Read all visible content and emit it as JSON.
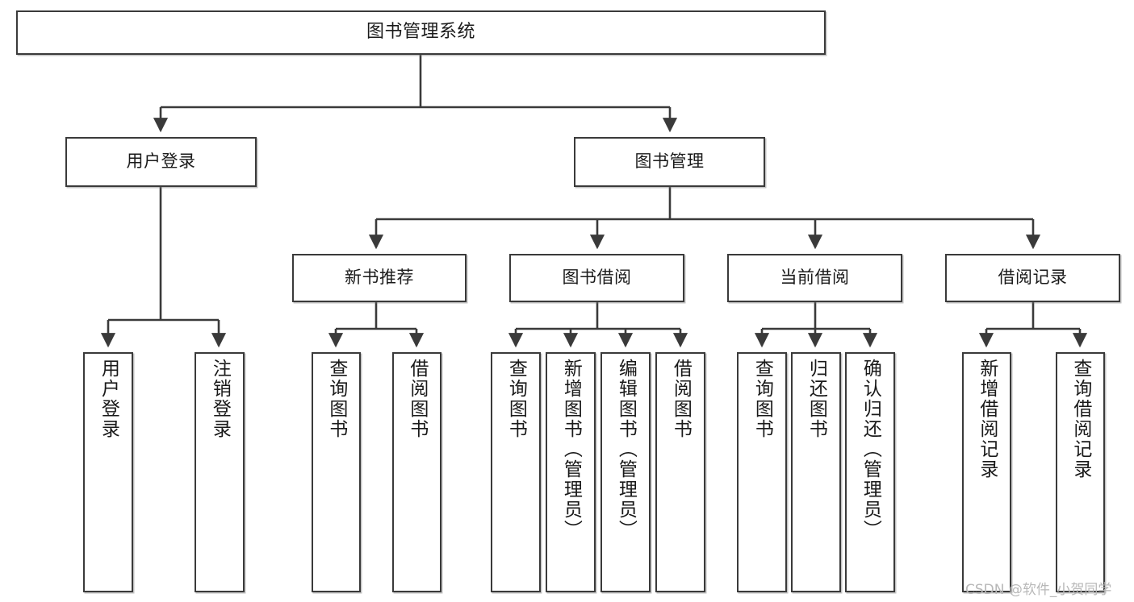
{
  "diagram": {
    "title": "图书管理系统",
    "type": "tree",
    "orientation": "top-down",
    "colors": {
      "box_border": "#3a3a3a",
      "box_fill": "#ffffff",
      "connector": "#3a3a3a",
      "text": "#1a1a1a",
      "watermark": "#b8b8b8",
      "background": "#ffffff"
    },
    "nodes": {
      "root": {
        "label": "图书管理系统",
        "level": 0
      },
      "user_login": {
        "label": "用户登录",
        "level": 1
      },
      "book_manage": {
        "label": "图书管理",
        "level": 1
      },
      "new_book_rec": {
        "label": "新书推荐",
        "level": 2
      },
      "book_borrow": {
        "label": "图书借阅",
        "level": 2
      },
      "current_borrow": {
        "label": "当前借阅",
        "level": 2
      },
      "borrow_record": {
        "label": "借阅记录",
        "level": 2
      },
      "leaf_user_login": {
        "label": "用户登录",
        "level": 3
      },
      "leaf_user_logout": {
        "label": "注销登录",
        "level": 3
      },
      "leaf_query_book_1": {
        "label": "查询图书",
        "level": 3
      },
      "leaf_borrow_book_1": {
        "label": "借阅图书",
        "level": 3
      },
      "leaf_query_book_2": {
        "label": "查询图书",
        "level": 3
      },
      "leaf_add_book": {
        "label": "新增图书（管理员）",
        "level": 3
      },
      "leaf_edit_book": {
        "label": "编辑图书（管理员）",
        "level": 3
      },
      "leaf_borrow_book_2": {
        "label": "借阅图书",
        "level": 3
      },
      "leaf_query_book_3": {
        "label": "查询图书",
        "level": 3
      },
      "leaf_return_book": {
        "label": "归还图书",
        "level": 3
      },
      "leaf_confirm_return": {
        "label": "确认归还（管理员）",
        "level": 3
      },
      "leaf_add_record": {
        "label": "新增借阅记录",
        "level": 3
      },
      "leaf_query_record": {
        "label": "查询借阅记录",
        "level": 3
      }
    },
    "edges": [
      {
        "from": "root",
        "to": "user_login"
      },
      {
        "from": "root",
        "to": "book_manage"
      },
      {
        "from": "user_login",
        "to": "leaf_user_login"
      },
      {
        "from": "user_login",
        "to": "leaf_user_logout"
      },
      {
        "from": "book_manage",
        "to": "new_book_rec"
      },
      {
        "from": "book_manage",
        "to": "book_borrow"
      },
      {
        "from": "book_manage",
        "to": "current_borrow"
      },
      {
        "from": "book_manage",
        "to": "borrow_record"
      },
      {
        "from": "new_book_rec",
        "to": "leaf_query_book_1"
      },
      {
        "from": "new_book_rec",
        "to": "leaf_borrow_book_1"
      },
      {
        "from": "book_borrow",
        "to": "leaf_query_book_2"
      },
      {
        "from": "book_borrow",
        "to": "leaf_add_book"
      },
      {
        "from": "book_borrow",
        "to": "leaf_edit_book"
      },
      {
        "from": "book_borrow",
        "to": "leaf_borrow_book_2"
      },
      {
        "from": "current_borrow",
        "to": "leaf_query_book_3"
      },
      {
        "from": "current_borrow",
        "to": "leaf_return_book"
      },
      {
        "from": "current_borrow",
        "to": "leaf_confirm_return"
      },
      {
        "from": "borrow_record",
        "to": "leaf_add_record"
      },
      {
        "from": "borrow_record",
        "to": "leaf_query_record"
      }
    ]
  },
  "watermark": {
    "text": "CSDN @软件_小贺同学"
  }
}
